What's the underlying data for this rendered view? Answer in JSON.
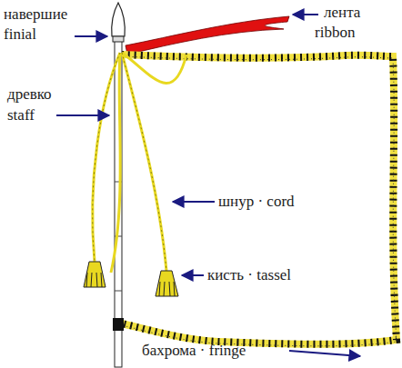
{
  "diagram": {
    "labels": [
      "навершие",
      "finial",
      "лента",
      "ribbon",
      "древко",
      "staff",
      "шнур · cord",
      "кисть · tassel",
      "бахрома · fringe"
    ]
  }
}
